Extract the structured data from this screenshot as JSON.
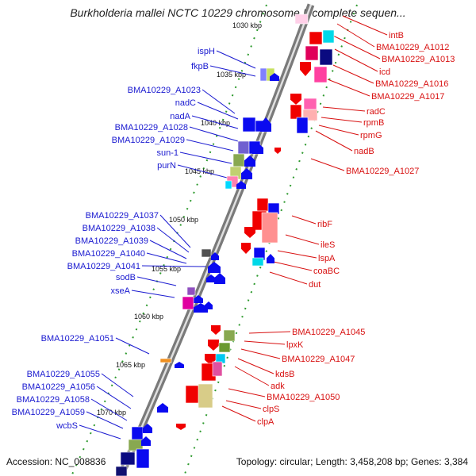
{
  "title": "Burkholderia mallei NCTC 10229 chromosome I, complete sequen...",
  "footer": {
    "accession": "Accession: NC_008836",
    "summary": "Topology: circular; Length: 3,458,208 bp; Genes: 3,384"
  },
  "kbp_labels": [
    "1030 kbp",
    "1035 kbp",
    "1040 kbp",
    "1045 kbp",
    "1050 kbp",
    "1055 kbp",
    "1060 kbp",
    "1065 kbp",
    "1070 kbp"
  ],
  "left_genes": [
    "ispH",
    "fkpB",
    "BMA10229_A1023",
    "nadC",
    "nadA",
    "BMA10229_A1028",
    "BMA10229_A1029",
    "sun-1",
    "purN",
    "BMA10229_A1037",
    "BMA10229_A1038",
    "BMA10229_A1039",
    "BMA10229_A1040",
    "BMA10229_A1041",
    "sodB",
    "xseA",
    "BMA10229_A1051",
    "BMA10229_A1055",
    "BMA10229_A1056",
    "BMA10229_A1058",
    "BMA10229_A1059",
    "wcbS"
  ],
  "right_genes": [
    "intB",
    "BMA10229_A1012",
    "BMA10229_A1013",
    "icd",
    "BMA10229_A1016",
    "BMA10229_A1017",
    "radC",
    "rpmB",
    "rpmG",
    "nadB",
    "BMA10229_A1027",
    "ribF",
    "ileS",
    "lspA",
    "coaBC",
    "dut",
    "BMA10229_A1045",
    "lpxK",
    "BMA10229_A1047",
    "kdsB",
    "adk",
    "BMA10229_A1050",
    "clpS",
    "clpA"
  ],
  "colors": {
    "forward_label": "#1a1ad0",
    "reverse_label": "#d81010",
    "backbone": "#8c8c8c",
    "forward_gene": "#0a0af0",
    "reverse_gene": "#f00000",
    "tick_green": "#2e9a2e"
  }
}
